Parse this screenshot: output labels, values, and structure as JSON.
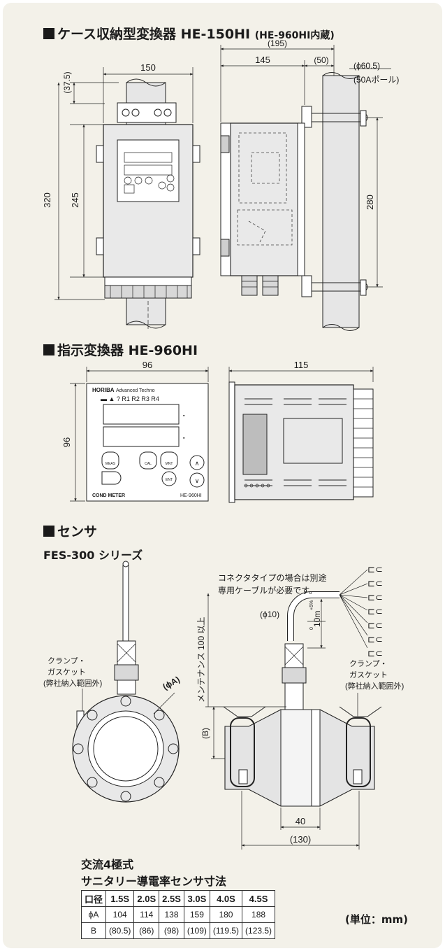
{
  "sections": {
    "s1": {
      "title": "ケース収納型変換器 HE-150HI",
      "note": "(HE-960HI内蔵)"
    },
    "s2": {
      "title": "指示変換器 HE-960HI"
    },
    "s3": {
      "title": "センサ",
      "subtitle": "FES-300 シリーズ"
    }
  },
  "dims1": {
    "width_front": "150",
    "overall_side": "(195)",
    "side_body": "145",
    "side_offset": "(50)",
    "pole_dia": "(ϕ60.5)",
    "pole_type": "(50Aポール)",
    "top_offset": "(37.5)",
    "height_total": "320",
    "height_body": "245",
    "mount_pitch": "280"
  },
  "dims2": {
    "front_w": "96",
    "front_h": "96",
    "depth": "115"
  },
  "panel": {
    "brand": "HORIBA",
    "brand_sub": "Advanced Techno",
    "indicators": "▬  ▲  ?  R1  R2  R3  R4",
    "buttons": [
      "MEAS",
      "CAL",
      "MNT",
      "ENT"
    ],
    "model_left": "COND METER",
    "model_right": "HE-960HI"
  },
  "sensor": {
    "note_line1": "コネクタタイプの場合は別途",
    "note_line2": "専用ケーブルが必要です。",
    "cable_dia": "(ϕ10)",
    "cable_len": "10m",
    "cable_tol": "+5%",
    "cable_tol_low": "0",
    "maint": "メンテナンス 100 以上",
    "b_label": "(B)",
    "phiA": "(ϕA)",
    "clamp_l1": "クランプ・",
    "clamp_l2": "ガスケット",
    "clamp_l3": "(弊社納入範囲外)",
    "dim_40": "40",
    "dim_130": "(130)"
  },
  "table": {
    "caption1": "交流4極式",
    "caption2": "サニタリー導電率センサ寸法",
    "header": [
      "口径",
      "1.5S",
      "2.0S",
      "2.5S",
      "3.0S",
      "4.0S",
      "4.5S"
    ],
    "rows": [
      [
        "ϕA",
        "104",
        "114",
        "138",
        "159",
        "180",
        "188"
      ],
      [
        "B",
        "(80.5)",
        "(86)",
        "(98)",
        "(109)",
        "(119.5)",
        "(123.5)"
      ]
    ]
  },
  "unit": "(単位：mm)"
}
